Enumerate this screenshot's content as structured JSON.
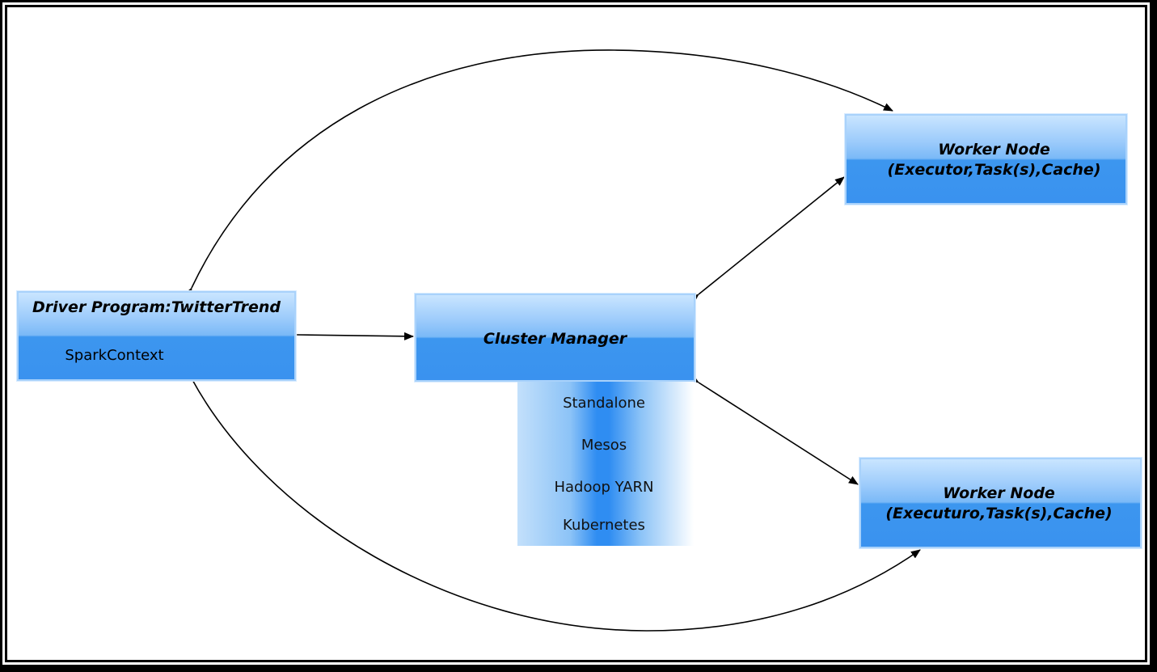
{
  "driver": {
    "title": "Driver Program:TwitterTrend",
    "context": "SparkContext"
  },
  "cluster_manager": {
    "title": "Cluster Manager",
    "options": [
      "Standalone",
      "Mesos",
      "Hadoop YARN",
      "Kubernetes"
    ]
  },
  "workers": [
    {
      "title": "Worker Node",
      "subtitle": "(Executor,Task(s),Cache)"
    },
    {
      "title": "Worker Node",
      "subtitle": "(Executuro,Task(s),Cache)"
    }
  ],
  "colors": {
    "box_fill": "#3a92ef",
    "box_highlight": "#c9e5ff",
    "frame": "#000000"
  }
}
